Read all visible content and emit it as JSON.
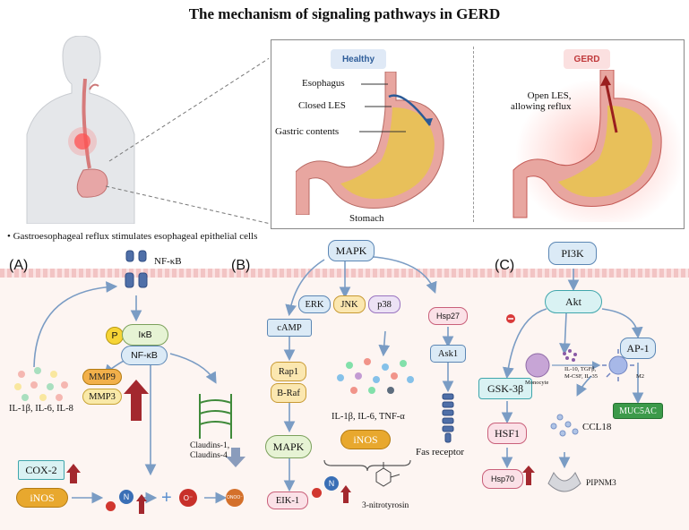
{
  "title": "The mechanism of signaling pathways in GERD",
  "inset": {
    "healthy_tag": "Healthy",
    "gerd_tag": "GERD",
    "esophagus": "Esophagus",
    "closed_les": "Closed LES",
    "gastric_contents": "Gastric contents",
    "stomach": "Stomach",
    "open_les": "Open LES,\nallowing reflux"
  },
  "bullet": "Gastroesophageal reflux stimulates esophageal epithelial cells",
  "panel_a": {
    "label": "(A)",
    "receptor": "NF-κB",
    "p": "P",
    "ikb": "IκB",
    "nfkb": "NF-κB",
    "mmp9": "MMP9",
    "mmp3": "MMP3",
    "cytokines": "IL-1β, IL-6, IL-8",
    "claudins": "Claudins-1,\nClaudins-4",
    "cox2": "COX-2",
    "inos": "iNOS",
    "n": "N",
    "o_minus": "O⁻",
    "onoo": "ONOO⁻",
    "plus": "+"
  },
  "panel_b": {
    "label": "(B)",
    "mapk": "MAPK",
    "erk": "ERK",
    "jnk": "JNK",
    "p38": "p38",
    "hsp27": "Hsp27",
    "ask1": "Ask1",
    "fas": "Fas receptor",
    "camp": "cAMP",
    "rap1": "Rap1",
    "braf": "B-Raf",
    "mapk2": "MAPK",
    "eik1": "EIK-1",
    "cytokines": "IL-1β, IL-6, TNF-α",
    "inos": "iNOS",
    "n": "N",
    "nitro": "3-nitrotyrosin"
  },
  "panel_c": {
    "label": "(C)",
    "pi3k": "PI3K",
    "akt": "Akt",
    "gsk": "GSK-3β",
    "hsf1": "HSF1",
    "hsp70": "Hsp70",
    "monocyte": "Monocyte",
    "cytokines": "IL-10, TGFβ,\nM-CSF, IL-35",
    "m2": "M2",
    "ap1": "AP-1",
    "muc5ac": "MUC5AC",
    "ccl18": "CCL18",
    "pipnm3": "PIPNM3"
  },
  "colors": {
    "up_arrow": "#a3282e",
    "pathway_arrow": "#7a9cc4",
    "membrane": "#f4c9c9"
  }
}
